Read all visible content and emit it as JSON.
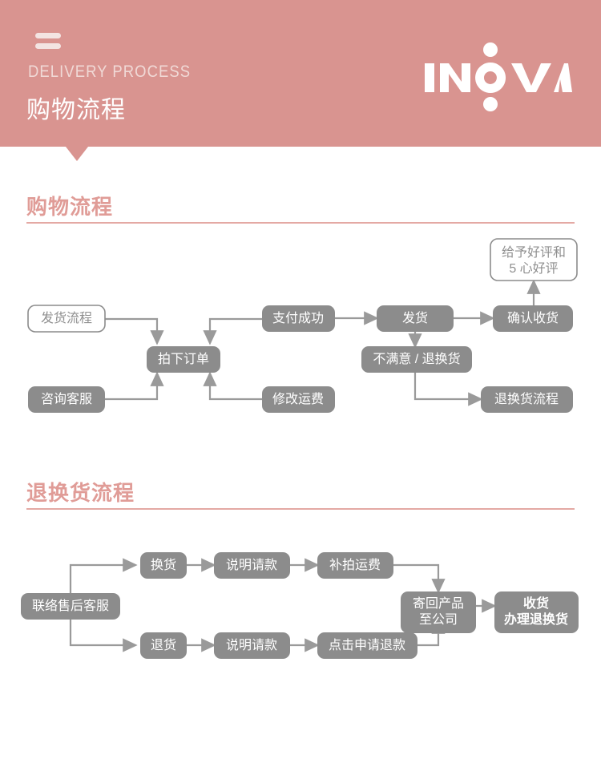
{
  "header": {
    "menu_icon": "hamburger-icon",
    "subtitle_en": "DELIVERY PROCESS",
    "title_cn": "购物流程",
    "logo_text": "INOVA",
    "bg_color": "#d99490"
  },
  "sections": [
    {
      "id": "shopping-process",
      "title": "购物流程",
      "accent_color": "#e09c97"
    },
    {
      "id": "return-exchange-process",
      "title": "退换货流程",
      "accent_color": "#e09c97"
    }
  ],
  "flow1": {
    "nodes": {
      "n1": {
        "label": "发货流程",
        "style": "outline"
      },
      "n2": {
        "label": "拍下订单",
        "style": "filled"
      },
      "n3": {
        "label": "咨询客服",
        "style": "filled"
      },
      "n4": {
        "label": "支付成功",
        "style": "filled"
      },
      "n5": {
        "label": "修改运费",
        "style": "filled"
      },
      "n6": {
        "label": "发货",
        "style": "filled"
      },
      "n7": {
        "label": "不满意 / 退换货",
        "style": "filled"
      },
      "n8": {
        "label": "确认收货",
        "style": "filled"
      },
      "n9_line1": "给予好评和",
      "n9_line2": "5 心好评",
      "n10": {
        "label": "退换货流程",
        "style": "filled"
      }
    }
  },
  "flow2": {
    "nodes": {
      "m1": {
        "label": "联络售后客服"
      },
      "m2": {
        "label": "换货"
      },
      "m3": {
        "label": "说明请款"
      },
      "m4": {
        "label": "补拍运费"
      },
      "m5": {
        "label": "退货"
      },
      "m6": {
        "label": "说明请款"
      },
      "m7": {
        "label": "点击申请退款"
      },
      "m8_line1": "寄回产品",
      "m8_line2": "至公司",
      "m9_line1": "收货",
      "m9_line2": "办理退换货"
    }
  },
  "colors": {
    "node_fill": "#8c8c8c",
    "connector": "#9a9a9a",
    "accent": "#e09c97",
    "header_bg": "#d99490"
  }
}
